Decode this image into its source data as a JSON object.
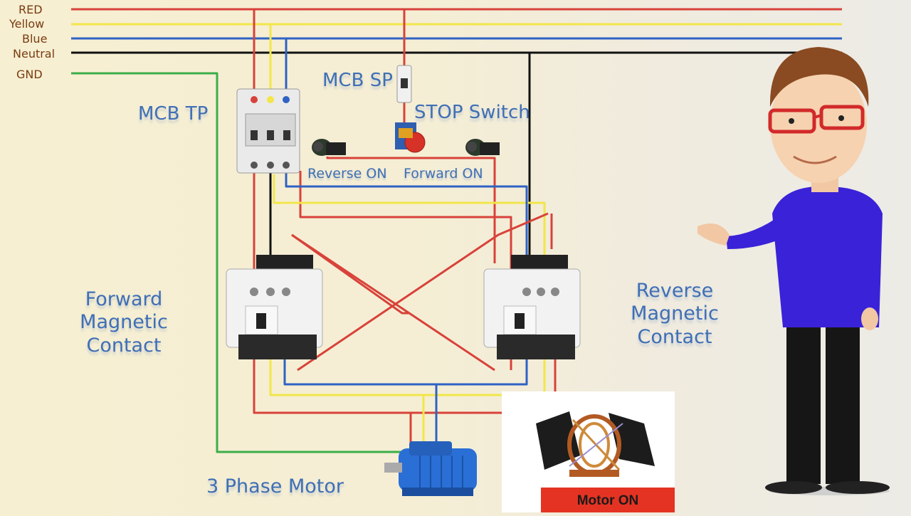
{
  "supply_lines": [
    {
      "label": "RED",
      "color": "#d8423a"
    },
    {
      "label": "Yellow",
      "color": "#f2e64a"
    },
    {
      "label": "Blue",
      "color": "#2f62c4"
    },
    {
      "label": "Neutral",
      "color": "#111111"
    },
    {
      "label": "GND",
      "color": "#3cae49"
    }
  ],
  "labels": {
    "mcb_tp": "MCB TP",
    "mcb_sp": "MCB SP",
    "stop_switch": "STOP Switch",
    "reverse_on": "Reverse ON",
    "forward_on": "Forward ON",
    "forward_contact_line1": "Forward",
    "forward_contact_line2": "Magnetic Contact",
    "reverse_contact_line1": "Reverse",
    "reverse_contact_line2": "Magnetic Contact",
    "motor": "3 Phase Motor",
    "motor_on": "Motor ON"
  },
  "colors": {
    "wire_red": "#d8423a",
    "wire_yellow": "#f2e64a",
    "wire_blue": "#2f62c4",
    "wire_black": "#111111",
    "wire_green": "#3cae49",
    "label_blue": "#3f6fb5",
    "label_brown": "#7a3b10"
  }
}
